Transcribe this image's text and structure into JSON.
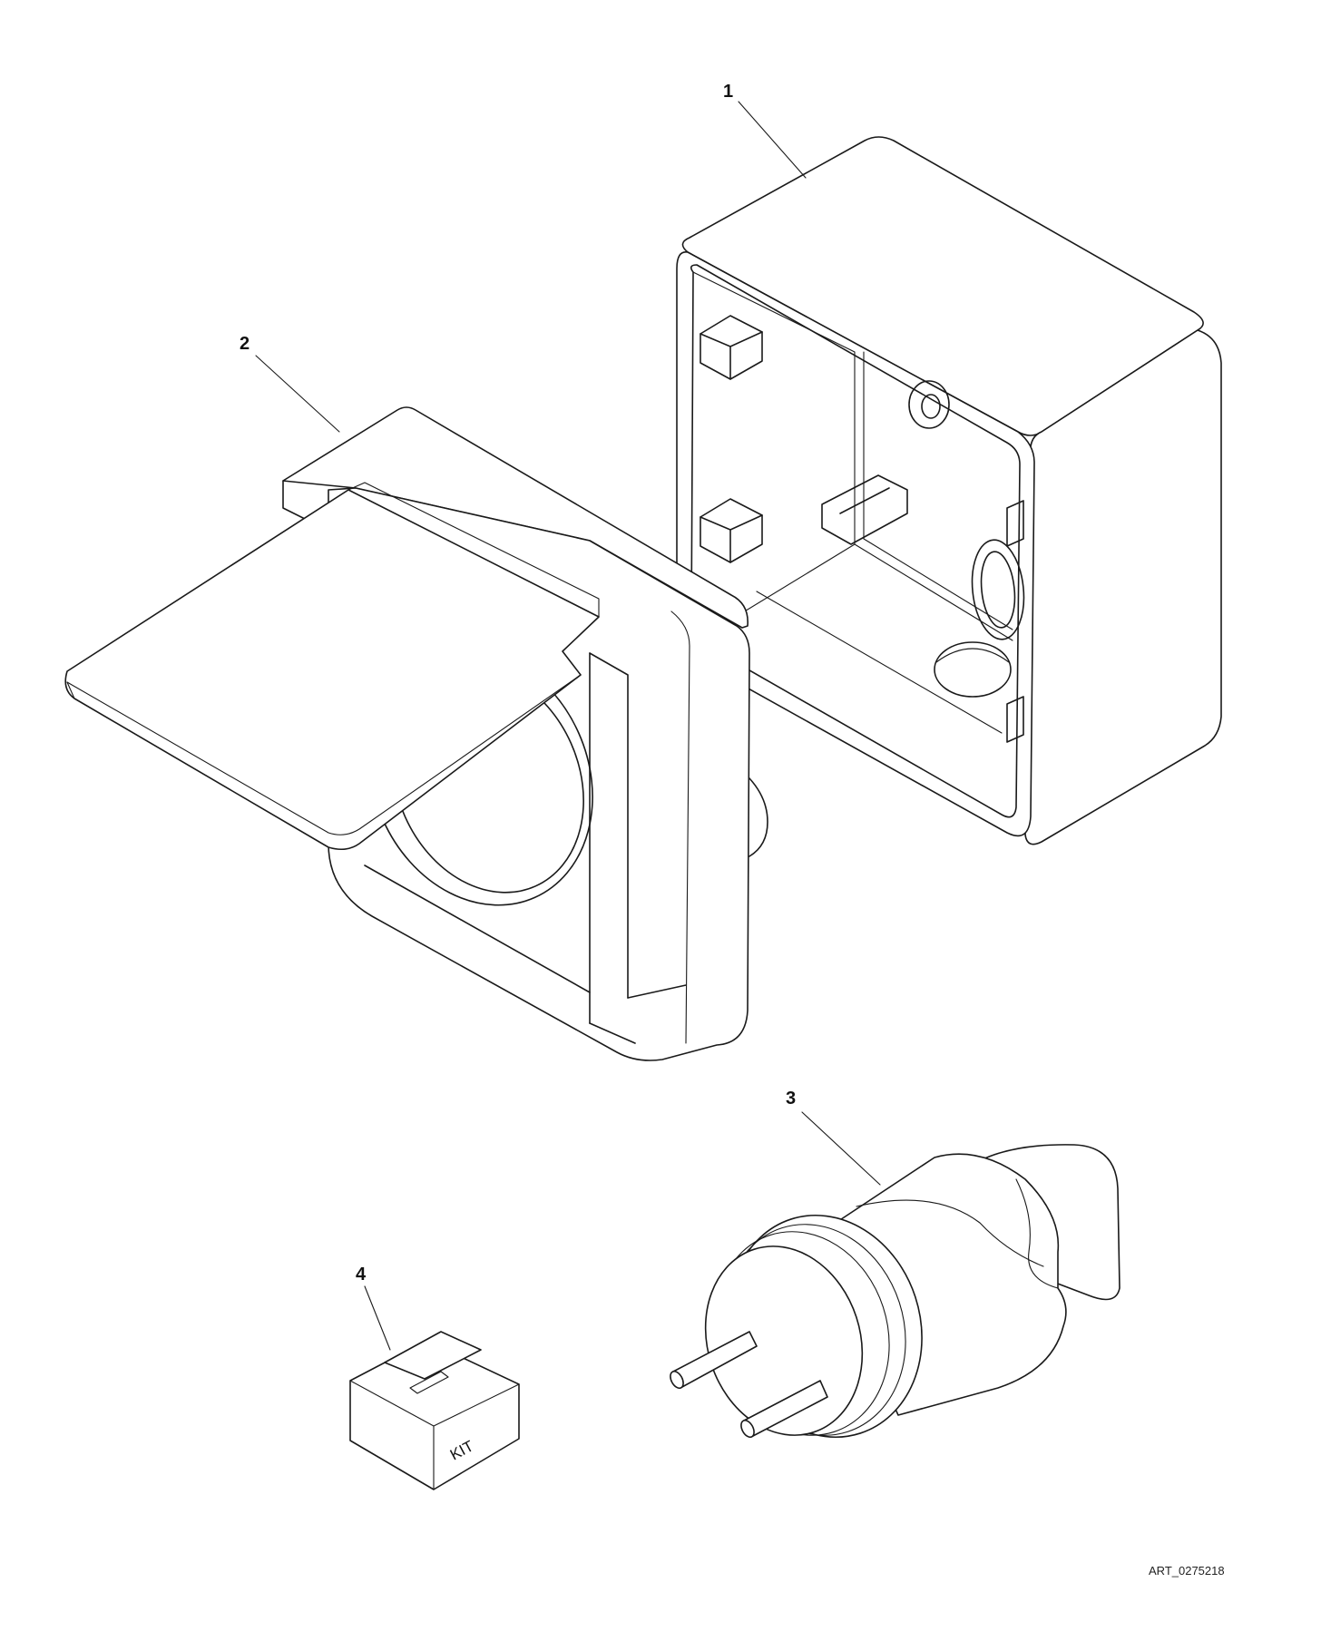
{
  "callouts": {
    "c1": "1",
    "c2": "2",
    "c3": "3",
    "c4": "4"
  },
  "kit_label": "KIT",
  "art_id": "ART_0275218",
  "colors": {
    "line": "#1a1a1a",
    "background": "#ffffff"
  }
}
